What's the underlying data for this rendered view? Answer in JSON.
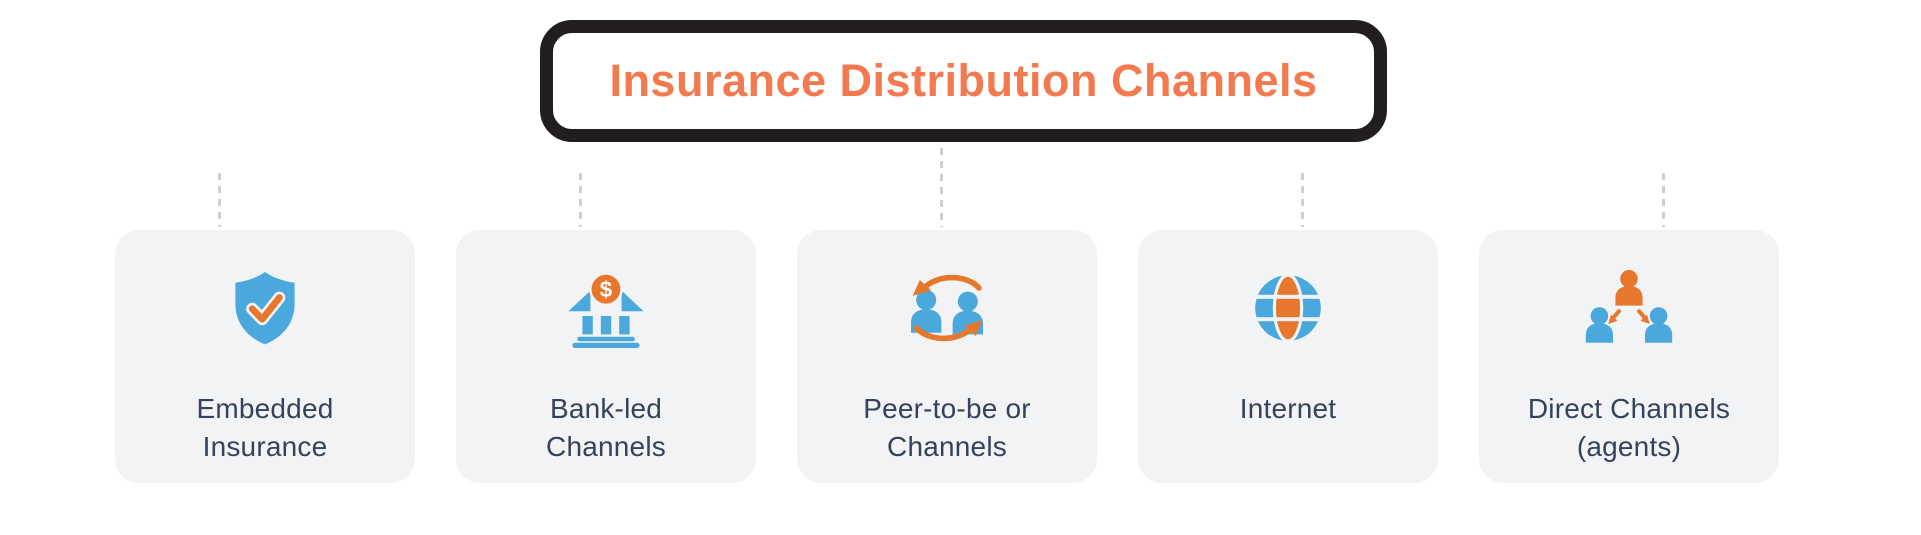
{
  "title": {
    "label": "Insurance Distribution Channels"
  },
  "colors": {
    "title_orange": "#F3794E",
    "accent_orange": "#E8772E",
    "icon_blue": "#4BA8DC",
    "text_dark": "#35425B",
    "card_background": "#F2F3F5",
    "connector_gray": "#CBD0D5",
    "title_border_black": "#221E1F"
  },
  "icons": {
    "currency_symbol": "$"
  },
  "cards": [
    {
      "icon": "shield-check-icon",
      "lines": [
        "Embedded",
        "Insurance"
      ]
    },
    {
      "icon": "bank-dollar-icon",
      "lines": [
        "Bank-led",
        "Channels"
      ]
    },
    {
      "icon": "peer-to-peer-icon",
      "lines": [
        "Peer-to-be or",
        "Channels"
      ]
    },
    {
      "icon": "globe-icon",
      "lines": [
        "Internet"
      ]
    },
    {
      "icon": "people-network-icon",
      "lines": [
        "Direct Channels",
        "(agents)"
      ]
    }
  ]
}
